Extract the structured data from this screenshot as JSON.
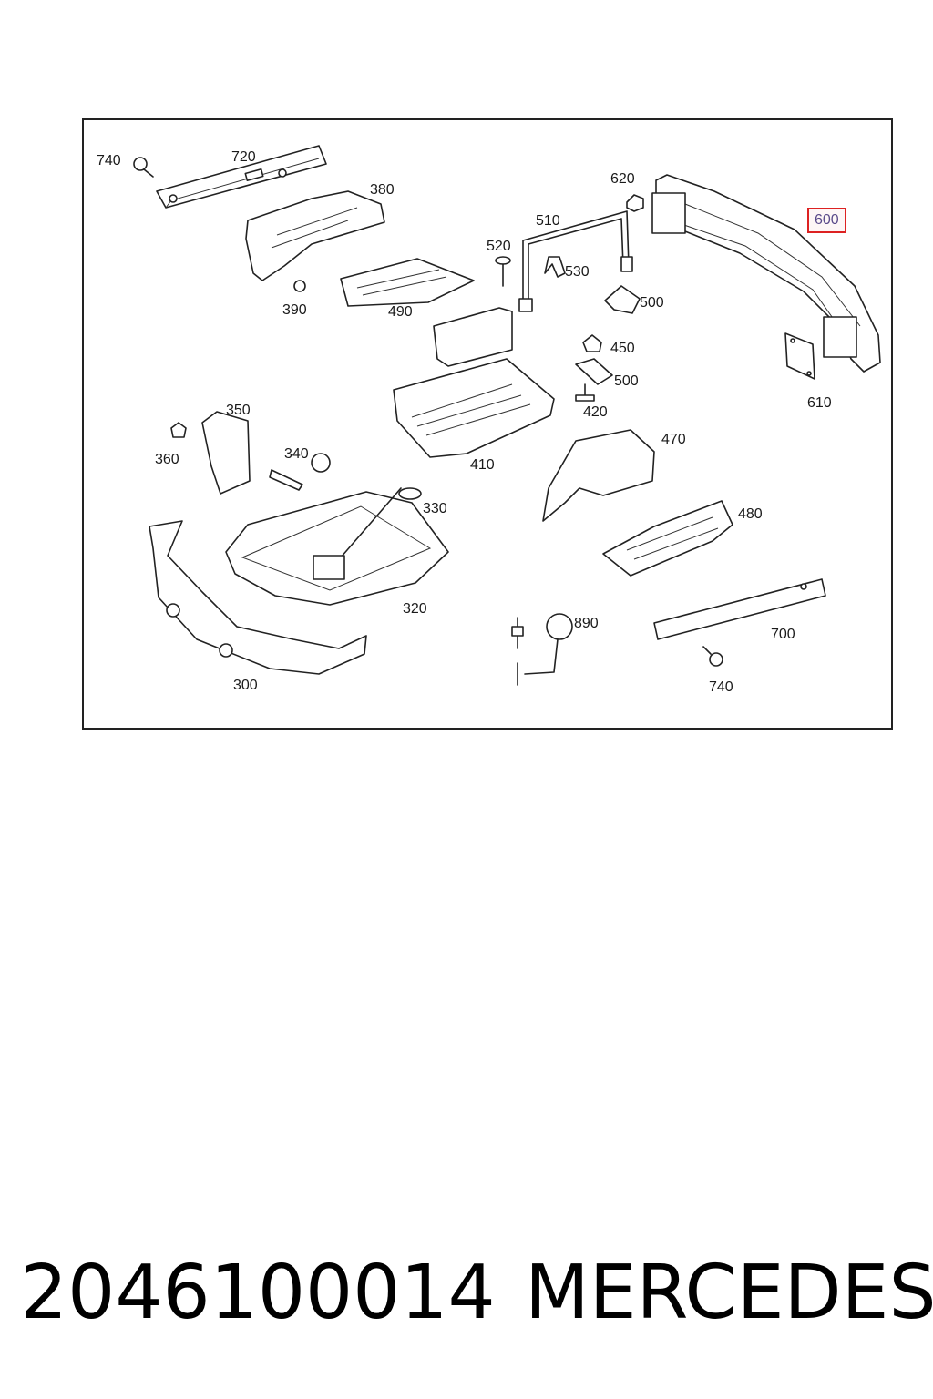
{
  "diagram": {
    "callouts": [
      {
        "id": "740a",
        "label": "740"
      },
      {
        "id": "720",
        "label": "720"
      },
      {
        "id": "380",
        "label": "380"
      },
      {
        "id": "390",
        "label": "390"
      },
      {
        "id": "490",
        "label": "490"
      },
      {
        "id": "520",
        "label": "520"
      },
      {
        "id": "510",
        "label": "510"
      },
      {
        "id": "530",
        "label": "530"
      },
      {
        "id": "620",
        "label": "620"
      },
      {
        "id": "600",
        "label": "600"
      },
      {
        "id": "500a",
        "label": "500"
      },
      {
        "id": "450",
        "label": "450"
      },
      {
        "id": "500b",
        "label": "500"
      },
      {
        "id": "420",
        "label": "420"
      },
      {
        "id": "610",
        "label": "610"
      },
      {
        "id": "350",
        "label": "350"
      },
      {
        "id": "360",
        "label": "360"
      },
      {
        "id": "340",
        "label": "340"
      },
      {
        "id": "410",
        "label": "410"
      },
      {
        "id": "470",
        "label": "470"
      },
      {
        "id": "330",
        "label": "330"
      },
      {
        "id": "480",
        "label": "480"
      },
      {
        "id": "320",
        "label": "320"
      },
      {
        "id": "890",
        "label": "890"
      },
      {
        "id": "700",
        "label": "700"
      },
      {
        "id": "300",
        "label": "300"
      },
      {
        "id": "740b",
        "label": "740"
      }
    ],
    "highlighted_part": "600"
  },
  "footer": {
    "part_number": "2046100014",
    "brand": "MERCEDES"
  },
  "colors": {
    "highlight_border": "#dd2222",
    "line": "#222222"
  }
}
